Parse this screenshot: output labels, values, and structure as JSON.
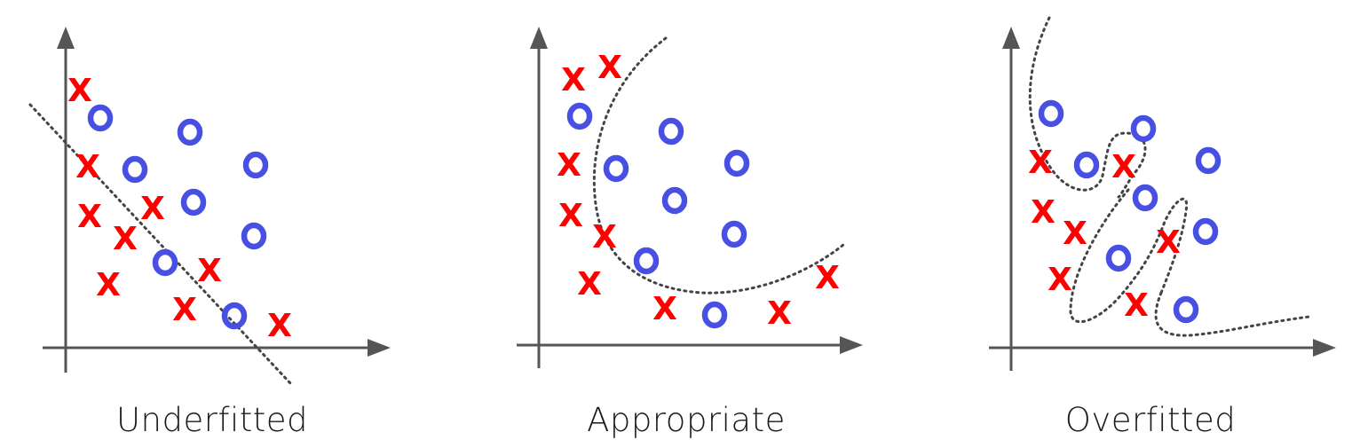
{
  "panels": [
    {
      "id": "underfitted",
      "caption": "Underfitted",
      "x_marks": [
        [
          90,
          101
        ],
        [
          99,
          187
        ],
        [
          101,
          243
        ],
        [
          141,
          268
        ],
        [
          172,
          234
        ],
        [
          122,
          320
        ],
        [
          236,
          304
        ],
        [
          208,
          348
        ],
        [
          315,
          366
        ]
      ],
      "o_marks": [
        [
          113,
          133
        ],
        [
          152,
          191
        ],
        [
          214,
          149
        ],
        [
          218,
          228
        ],
        [
          288,
          186
        ],
        [
          286,
          266
        ],
        [
          186,
          296
        ],
        [
          264,
          356
        ]
      ]
    },
    {
      "id": "appropriate",
      "caption": "Appropriate",
      "x_marks": [
        [
          646,
          89
        ],
        [
          687,
          75
        ],
        [
          641,
          185
        ],
        [
          643,
          242
        ],
        [
          681,
          266
        ],
        [
          664,
          319
        ],
        [
          749,
          347
        ],
        [
          878,
          352
        ],
        [
          932,
          312
        ]
      ],
      "o_marks": [
        [
          653,
          131
        ],
        [
          694,
          190
        ],
        [
          756,
          148
        ],
        [
          760,
          226
        ],
        [
          830,
          184
        ],
        [
          827,
          264
        ],
        [
          728,
          294
        ],
        [
          805,
          355
        ]
      ]
    },
    {
      "id": "overfitted",
      "caption": "Overfitted",
      "x_marks": [
        [
          1172,
          182
        ],
        [
          1266,
          187
        ],
        [
          1175,
          238
        ],
        [
          1211,
          262
        ],
        [
          1316,
          272
        ],
        [
          1194,
          314
        ],
        [
          1280,
          343
        ]
      ],
      "o_marks": [
        [
          1184,
          128
        ],
        [
          1224,
          186
        ],
        [
          1288,
          145
        ],
        [
          1290,
          223
        ],
        [
          1361,
          181
        ],
        [
          1358,
          261
        ],
        [
          1260,
          291
        ],
        [
          1336,
          349
        ]
      ]
    }
  ],
  "colors": {
    "x_mark": "#ff0000",
    "o_mark": "#4750e3",
    "axis": "#555555",
    "boundary": "#444444"
  },
  "glyphs": {
    "x": "X"
  }
}
